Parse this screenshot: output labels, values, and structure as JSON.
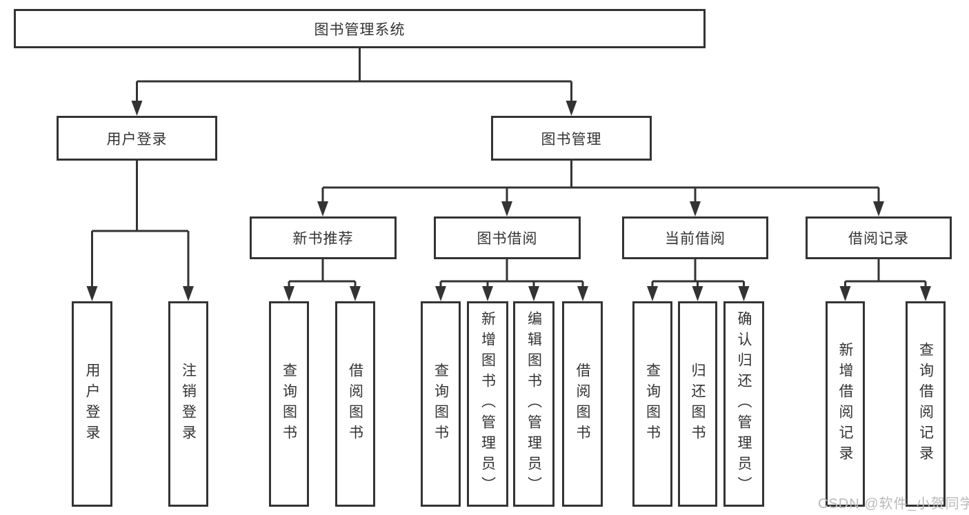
{
  "tree": {
    "root": {
      "label": "图书管理系统"
    },
    "branches": [
      {
        "label": "用户登录",
        "leaves": [
          "用户登录",
          "注销登录"
        ]
      },
      {
        "label": "图书管理",
        "sections": [
          {
            "label": "新书推荐",
            "leaves": [
              "查询图书",
              "借阅图书"
            ]
          },
          {
            "label": "图书借阅",
            "leaves": [
              "查询图书",
              "新增图书（管理员）",
              "编辑图书（管理员）",
              "借阅图书"
            ]
          },
          {
            "label": "当前借阅",
            "leaves": [
              "查询图书",
              "归还图书",
              "确认归还（管理员）"
            ]
          },
          {
            "label": "借阅记录",
            "leaves": [
              "新增借阅记录",
              "查询借阅记录"
            ]
          }
        ]
      }
    ]
  },
  "watermark": "CSDN @软件_小贺同学",
  "colors": {
    "line": "#333333",
    "box_border": "#333333",
    "box_background": "#ffffff",
    "text": "#333333",
    "watermark_text": "#b9b9b9"
  }
}
